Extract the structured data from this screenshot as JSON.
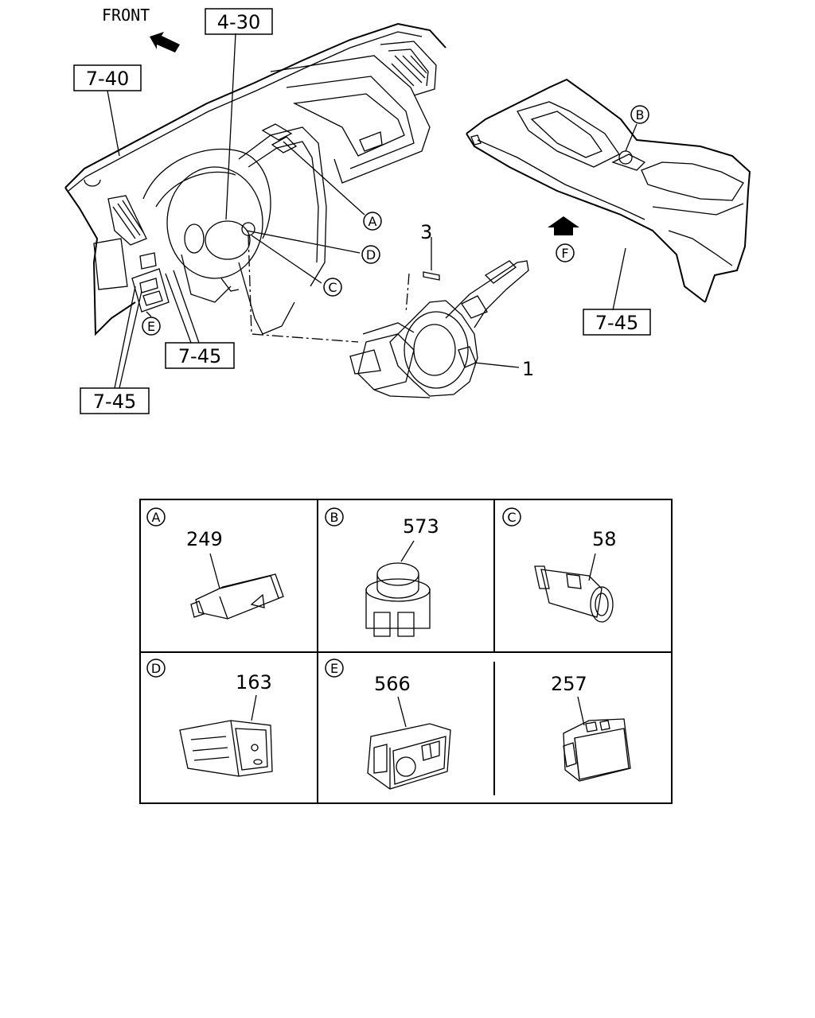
{
  "header": {
    "front_label": "FRONT"
  },
  "refs": {
    "r_4_30": "4-30",
    "r_7_40": "7-40",
    "r_7_45_console": "7-45",
    "r_7_45_mid": "7-45",
    "r_7_45_low": "7-45"
  },
  "callouts": {
    "A": "A",
    "B": "B",
    "C": "C",
    "D": "D",
    "E": "E",
    "F": "F"
  },
  "parts": {
    "p1": "1",
    "p3": "3"
  },
  "table": {
    "cells": [
      {
        "letter": "A",
        "part": "249"
      },
      {
        "letter": "B",
        "part": "573"
      },
      {
        "letter": "C",
        "part": "58"
      },
      {
        "letter": "D",
        "part": "163"
      },
      {
        "letter": "E",
        "part": "566"
      },
      {
        "letter": "",
        "part": "257"
      }
    ]
  }
}
